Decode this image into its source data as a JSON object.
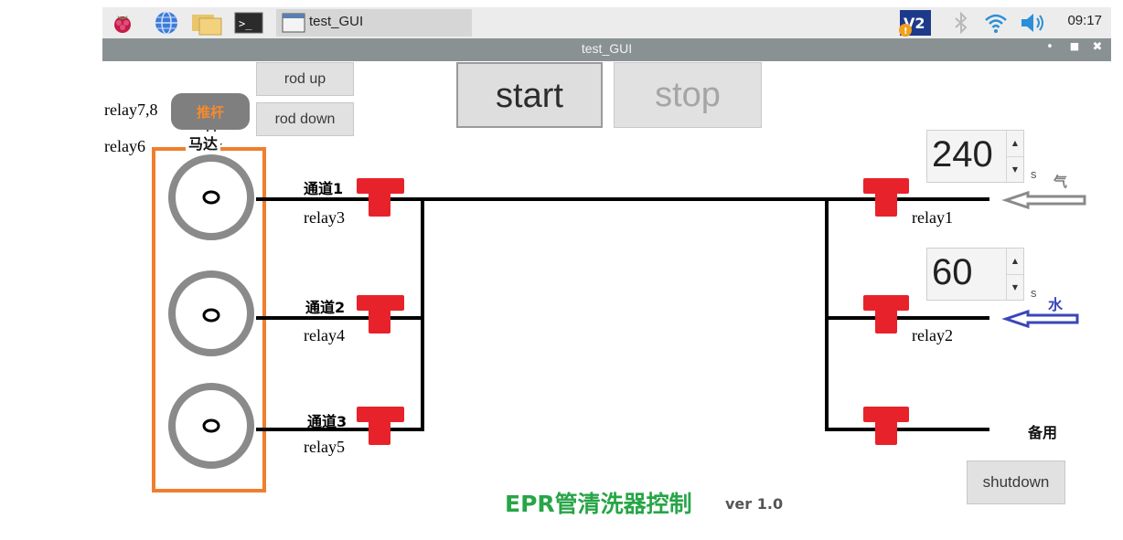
{
  "taskbar": {
    "app_label": "test_GUI",
    "clock": "09:17",
    "icons": [
      "raspberry-icon",
      "globe-icon",
      "folder-icon",
      "terminal-icon",
      "window-icon",
      "vnc-icon",
      "bluetooth-icon",
      "wifi-icon",
      "volume-icon"
    ]
  },
  "window": {
    "title": "test_GUI",
    "controls": [
      "minimize",
      "maximize",
      "close"
    ]
  },
  "controls": {
    "rod_up": "rod up",
    "rod_down": "rod down",
    "start": "start",
    "stop": "stop",
    "shutdown": "shutdown"
  },
  "timers": {
    "gas": {
      "value": "240",
      "unit": "s"
    },
    "water": {
      "value": "60",
      "unit": "s"
    }
  },
  "labels": {
    "relay78": "relay7,8",
    "relay6": "relay6",
    "pusher": "推杆",
    "motor": "马达",
    "channels": [
      {
        "name": "通道1",
        "relay": "relay3"
      },
      {
        "name": "通道2",
        "relay": "relay4"
      },
      {
        "name": "通道3",
        "relay": "relay5"
      }
    ],
    "relay1": "relay1",
    "relay2": "relay2",
    "gas": "气",
    "water": "水",
    "spare": "备用"
  },
  "footer": {
    "title": "EPR管清洗器控制",
    "version": "ver 1.0"
  },
  "colors": {
    "valve": "#e8222a",
    "motor_frame": "#f07e2e",
    "title_green": "#27a547",
    "water_arrow": "#3a45b8",
    "gas_arrow": "#8a8a8a"
  }
}
